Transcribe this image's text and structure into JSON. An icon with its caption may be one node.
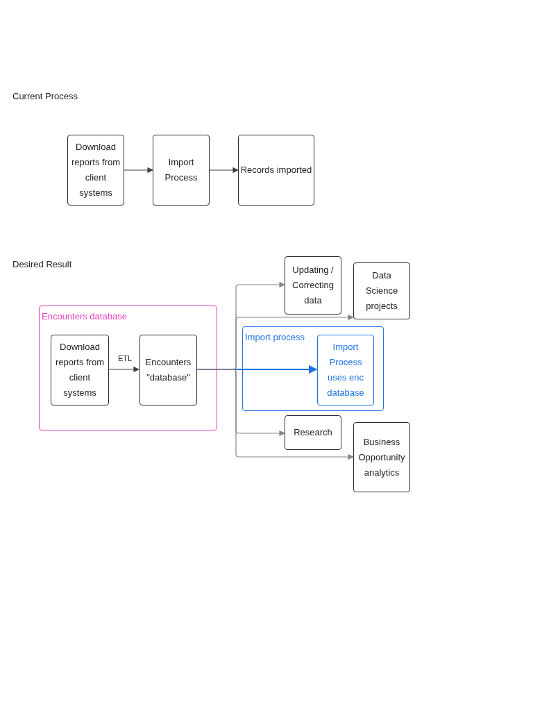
{
  "diagram": {
    "nodes": [
      {
        "text": [
          "Download reports from client systems"
        ]
      },
      {
        "text": [
          "Import Process"
        ]
      },
      {
        "text": [
          "Records imported"
        ]
      },
      {
        "text": [
          "Updating / Correcting data"
        ]
      },
      {
        "text": [
          "Data Science projects"
        ]
      },
      {
        "text": [
          "Encounters database"
        ]
      },
      {
        "text": [
          "Download reports from client systems"
        ],
        "in": 5
      },
      {
        "text": [
          "Encounters \"database\""
        ],
        "in": 5
      },
      {
        "text": [
          "Import process"
        ]
      },
      {
        "text": [
          "Import Process uses enc database"
        ],
        "in": 8
      },
      {
        "text": [
          "Research"
        ]
      },
      {
        "text": [
          "Business Opportunity analytics"
        ]
      }
    ],
    "edges": [
      {
        "from": 0,
        "to": 1,
        "arrow": "to",
        "color": "#3d4048"
      },
      {
        "from": 1,
        "to": 2,
        "arrow": "to",
        "color": "#3d4048"
      },
      {
        "from": 6,
        "to": 7,
        "arrow": "to",
        "label": "ETL",
        "color": "#3d4048"
      },
      {
        "from": 7,
        "to": 9,
        "arrow": "to",
        "color": "#1e74e6"
      },
      {
        "from": 7,
        "to": 3,
        "arrow": "to"
      },
      {
        "from": 7,
        "to": 4,
        "arrow": "to"
      },
      {
        "from": 7,
        "to": 10,
        "arrow": "to"
      },
      {
        "from": 7,
        "to": 11,
        "arrow": "to"
      }
    ],
    "labels": [
      "Current Process",
      "Desired Result"
    ]
  }
}
